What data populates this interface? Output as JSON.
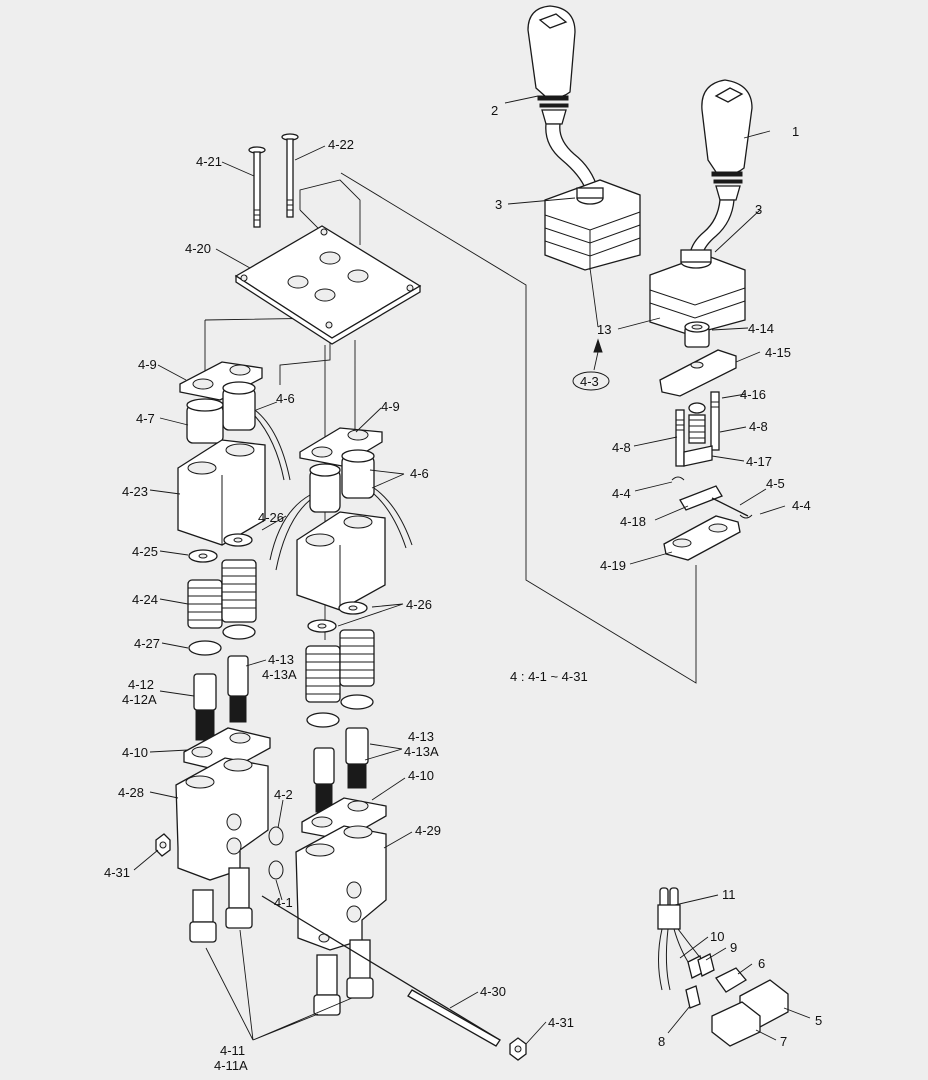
{
  "labels": {
    "l1": "1",
    "l2": "2",
    "l3a": "3",
    "l3b": "3",
    "l13": "13",
    "l4_3": "4-3",
    "l4_14": "4-14",
    "l4_15": "4-15",
    "l4_16": "4-16",
    "l4_8a": "4-8",
    "l4_8b": "4-8",
    "l4_17": "4-17",
    "l4_4a": "4-4",
    "l4_5": "4-5",
    "l4_4b": "4-4",
    "l4_18": "4-18",
    "l4_19": "4-19",
    "l4_21": "4-21",
    "l4_22": "4-22",
    "l4_20": "4-20",
    "l4_9a": "4-9",
    "l4_6a": "4-6",
    "l4_7": "4-7",
    "l4_9b": "4-9",
    "l4_6b": "4-6",
    "l4_23": "4-23",
    "l4_26a": "4-26",
    "l4_25": "4-25",
    "l4_26b": "4-26",
    "l4_24": "4-24",
    "l4_27": "4-27",
    "l4_13a": "4-13",
    "l4_13Aa": "4-13A",
    "l4_12": "4-12",
    "l4_12A": "4-12A",
    "l4_10a": "4-10",
    "l4_13b": "4-13",
    "l4_13Ab": "4-13A",
    "l4_10b": "4-10",
    "l4_28": "4-28",
    "l4_2": "4-2",
    "l4_29": "4-29",
    "l4_31a": "4-31",
    "l4_1": "4-1",
    "l4_30": "4-30",
    "l4_31b": "4-31",
    "l4_11": "4-11",
    "l4_11A": "4-11A",
    "l11": "11",
    "l10": "10",
    "l9": "9",
    "l6": "6",
    "l5": "5",
    "l8": "8",
    "l7": "7",
    "group_note": "4 : 4-1 ~ 4-31"
  }
}
